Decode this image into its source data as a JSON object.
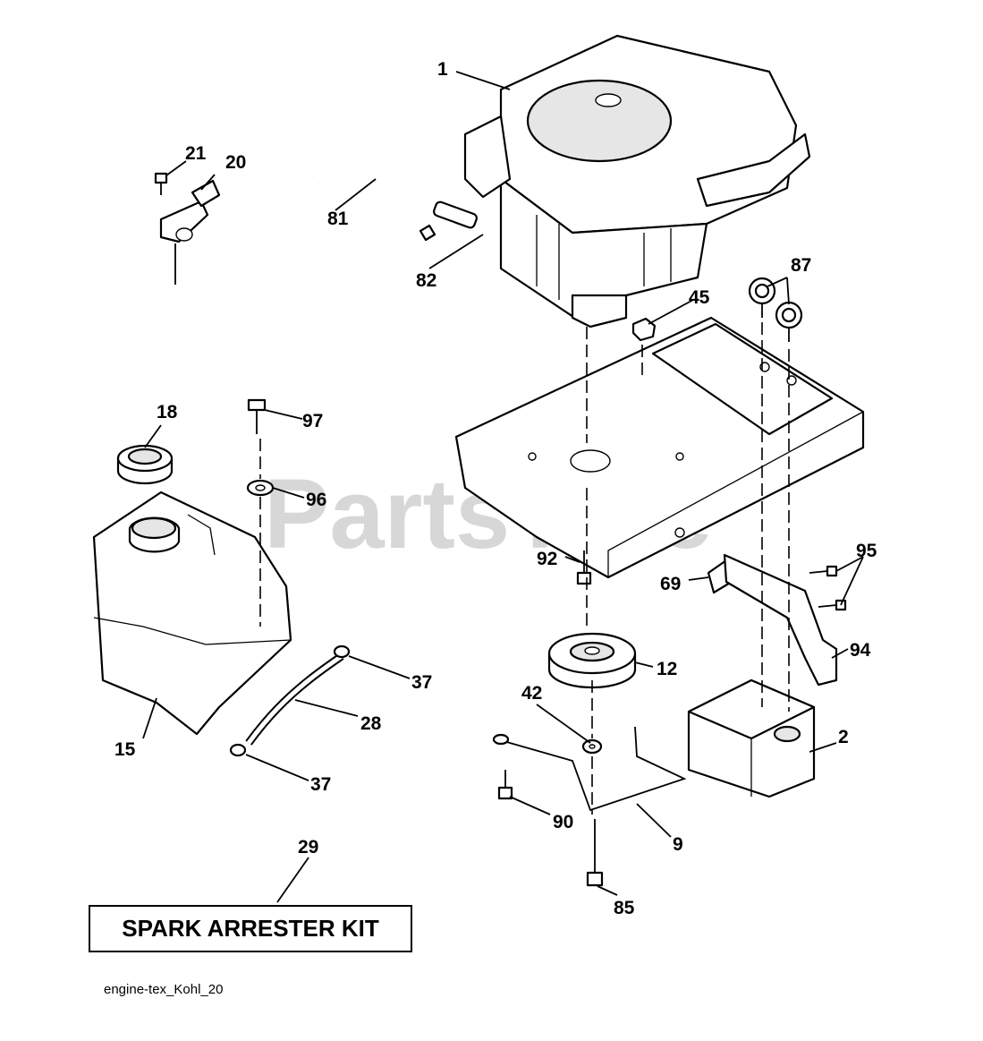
{
  "watermark": "PartsTree",
  "kit_label": "SPARK ARRESTER KIT",
  "footer_code": "engine-tex_Kohl_20",
  "callouts": {
    "c1": "1",
    "c2": "2",
    "c9": "9",
    "c12": "12",
    "c15": "15",
    "c18": "18",
    "c20": "20",
    "c21": "21",
    "c28": "28",
    "c29": "29",
    "c37a": "37",
    "c37b": "37",
    "c42": "42",
    "c45": "45",
    "c69": "69",
    "c81": "81",
    "c82": "82",
    "c85": "85",
    "c87": "87",
    "c90": "90",
    "c92": "92",
    "c94": "94",
    "c95": "95",
    "c96": "96",
    "c97": "97"
  }
}
